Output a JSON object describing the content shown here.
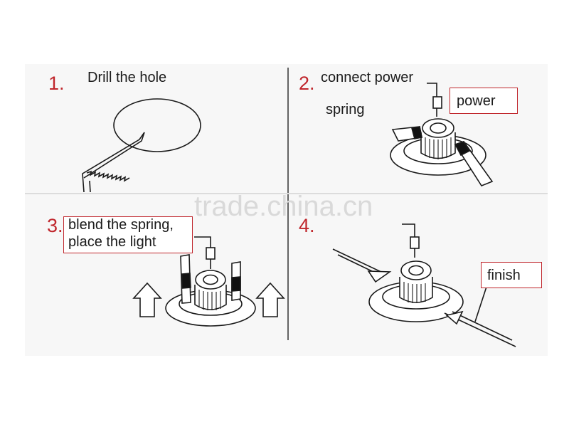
{
  "steps": [
    {
      "number": "1.",
      "text": "Drill the hole"
    },
    {
      "number": "2.",
      "text": "connect power",
      "label_spring": "spring",
      "label_power": "power"
    },
    {
      "number": "3.",
      "text_line1": "blend the spring,",
      "text_line2": "place the light"
    },
    {
      "number": "4.",
      "label_finish": "finish"
    }
  ],
  "watermark": "trade.china.cn",
  "colors": {
    "accent": "#c0262c",
    "line": "#1a1a1a",
    "panel_bg": "#f7f7f7",
    "spring_fill": "#111111"
  }
}
